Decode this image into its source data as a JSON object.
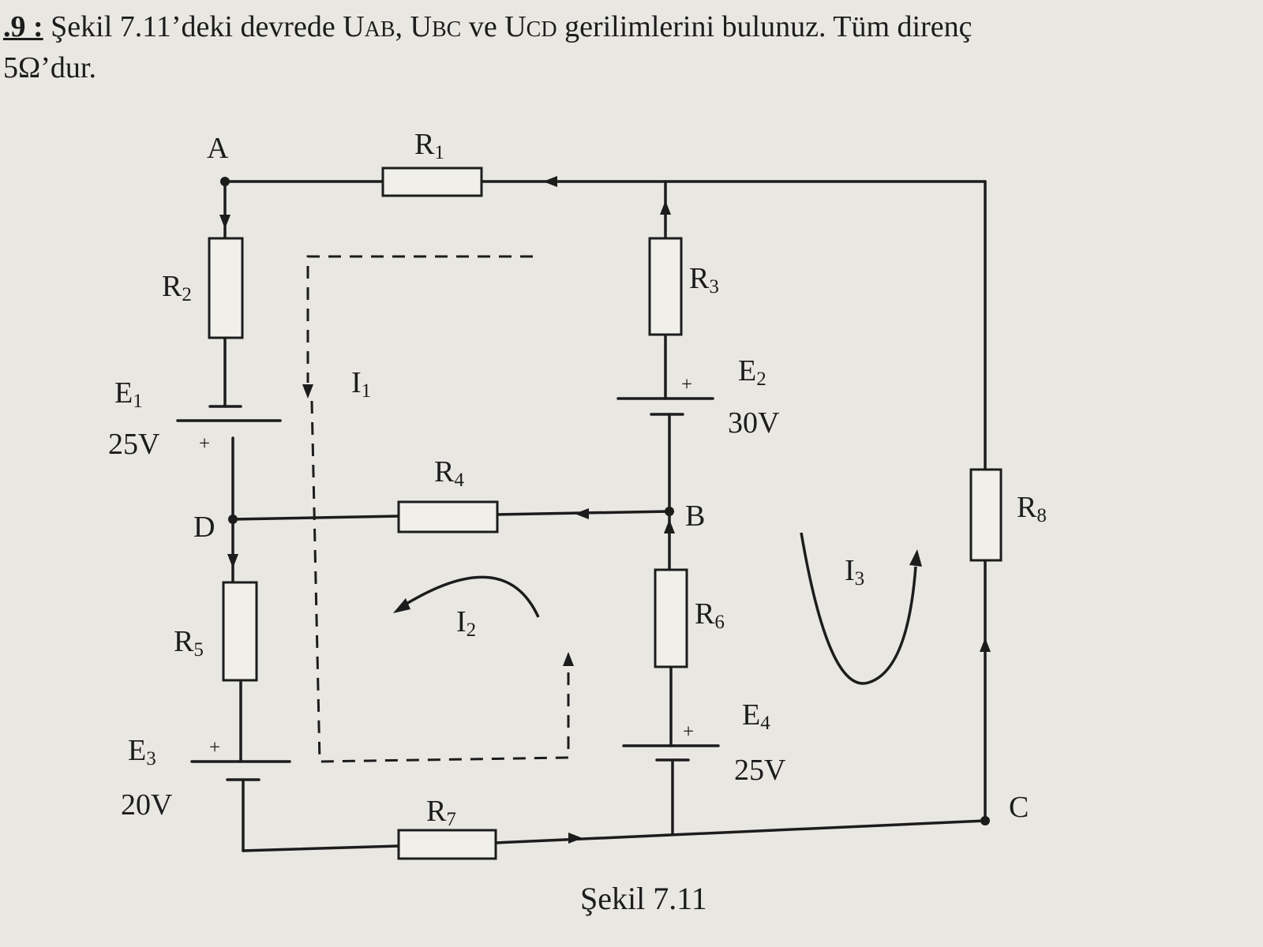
{
  "problem": {
    "number": ".9 :",
    "text_line1": "Şekil 7.11’deki devrede U",
    "sub_ab": "AB",
    "sep1": ", U",
    "sub_bc": "BC",
    "sep2": " ve U",
    "sub_cd": "CD",
    "text_rest": " gerilimlerini bulunuz. Tüm direnç",
    "text_line2": "5Ω’dur."
  },
  "nodes": {
    "a": "A",
    "b": "B",
    "c": "C",
    "d": "D"
  },
  "resistors": {
    "r1": {
      "main": "R",
      "sub": "1"
    },
    "r2": {
      "main": "R",
      "sub": "2"
    },
    "r3": {
      "main": "R",
      "sub": "3"
    },
    "r4": {
      "main": "R",
      "sub": "4"
    },
    "r5": {
      "main": "R",
      "sub": "5"
    },
    "r6": {
      "main": "R",
      "sub": "6"
    },
    "r7": {
      "main": "R",
      "sub": "7"
    },
    "r8": {
      "main": "R",
      "sub": "8"
    }
  },
  "sources": {
    "e1": {
      "main": "E",
      "sub": "1",
      "value": "25V"
    },
    "e2": {
      "main": "E",
      "sub": "2",
      "value": "30V"
    },
    "e3": {
      "main": "E",
      "sub": "3",
      "value": "20V"
    },
    "e4": {
      "main": "E",
      "sub": "4",
      "value": "25V"
    },
    "plus": "+"
  },
  "loops": {
    "i1": {
      "main": "I",
      "sub": "1"
    },
    "i2": {
      "main": "I",
      "sub": "2"
    },
    "i3": {
      "main": "I",
      "sub": "3"
    }
  },
  "caption": "Şekil 7.11"
}
